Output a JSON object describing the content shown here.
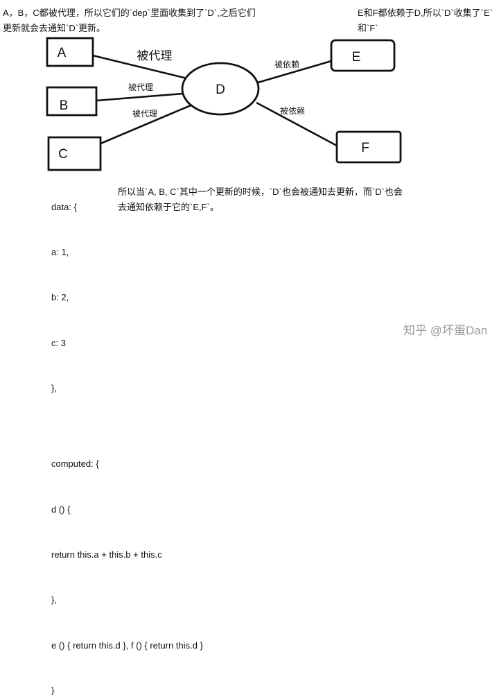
{
  "notes": {
    "top_left": [
      "A，B，C都被代理，所以它们的`dep`里面收集到了`D`,之后它们",
      "更新就会去通知`D`更新。"
    ],
    "top_right": [
      "E和F都依赖于D,所以`D`收集了`E`",
      "和`F`"
    ],
    "middle": [
      "所以当`A, B, C`其中一个更新的时候，`D`也会被通知去更新，而`D`也会",
      "去通知依赖于它的`E,F`。"
    ]
  },
  "nodes": {
    "a": "A",
    "b": "B",
    "c": "C",
    "d": "D",
    "e": "E",
    "f": "F"
  },
  "edges": {
    "a_d": "被代理",
    "b_d": "被代理",
    "c_d": "被代理",
    "d_e": "被依赖",
    "d_f": "被依赖"
  },
  "code": [
    "data: {",
    "  a: 1,",
    "  b: 2,",
    "  c: 3",
    "},",
    "",
    "computed: {",
    "  d () {",
    "    return this.a + this.b + this.c",
    "  },",
    "  e () { return this.d }, f () { return this.d }",
    "}"
  ],
  "watermark": "知乎 @坏蛋Dan"
}
